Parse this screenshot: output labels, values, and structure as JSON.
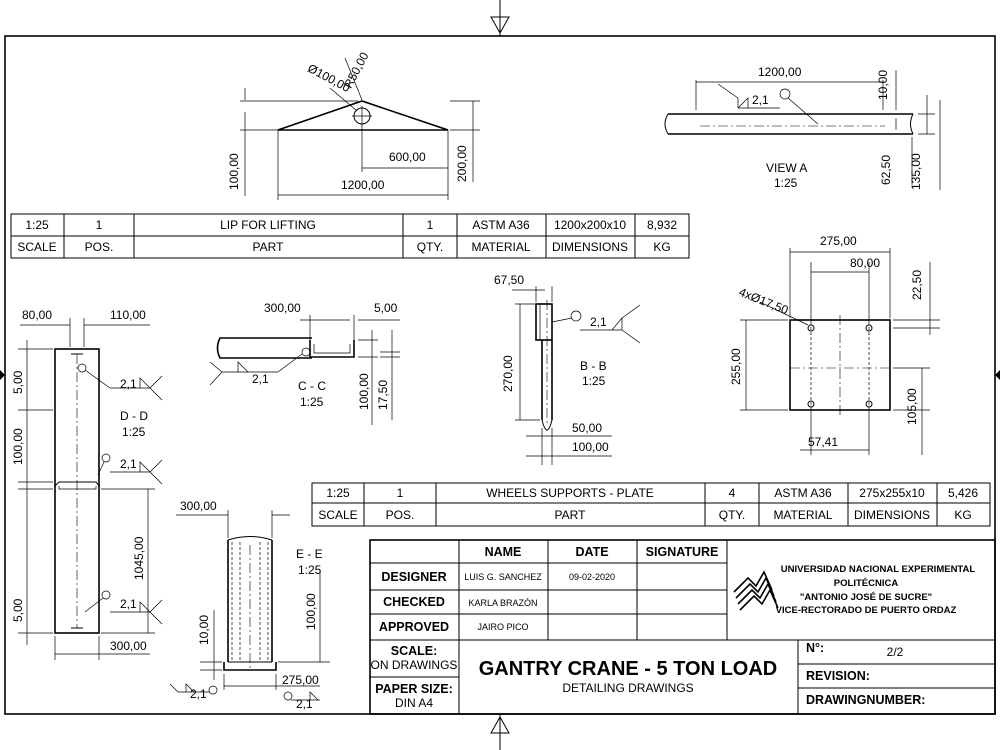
{
  "part_tables": [
    {
      "row": [
        "1:25",
        "1",
        "LIP FOR LIFTING",
        "1",
        "ASTM A36",
        "1200x200x10",
        "8,932"
      ],
      "header": [
        "SCALE",
        "POS.",
        "PART",
        "QTY.",
        "MATERIAL",
        "DIMENSIONS",
        "KG"
      ]
    },
    {
      "row": [
        "1:25",
        "1",
        "WHEELS SUPPORTS - PLATE",
        "4",
        "ASTM A36",
        "275x255x10",
        "5,426"
      ],
      "header": [
        "SCALE",
        "POS.",
        "PART",
        "QTY.",
        "MATERIAL",
        "DIMENSIONS",
        "KG"
      ]
    }
  ],
  "views": {
    "view_a": {
      "name": "VIEW A",
      "scale": "1:25"
    },
    "bb": {
      "name": "B - B",
      "scale": "1:25"
    },
    "cc": {
      "name": "C - C",
      "scale": "1:25"
    },
    "dd": {
      "name": "D - D",
      "scale": "1:25"
    },
    "ee": {
      "name": "E - E",
      "scale": "1:25"
    }
  },
  "dims": {
    "lip_r50": "R50,00",
    "lip_d100": "Ø100,00",
    "lip_100": "100,00",
    "lip_600": "600,00",
    "lip_200": "200,00",
    "lip_1200": "1200,00",
    "va_1200": "1200,00",
    "va_10": "10,00",
    "va_weld": "2,1",
    "va_6250": "62,50",
    "va_135": "135,00",
    "plate_275": "275,00",
    "plate_80": "80,00",
    "plate_2250": "22,50",
    "plate_holes": "4xØ17,50",
    "plate_255": "255,00",
    "plate_5741": "57,41",
    "plate_105": "105,00",
    "bb_6750": "67,50",
    "bb_270": "270,00",
    "bb_weld": "2,1",
    "bb_50": "50,00",
    "bb_100": "100,00",
    "cc_300": "300,00",
    "cc_5": "5,00",
    "cc_weld": "2,1",
    "cc_100": "100,00",
    "cc_1750": "17,50",
    "dd_80": "80,00",
    "dd_110": "110,00",
    "dd_5a": "5,00",
    "dd_100": "100,00",
    "dd_5b": "5,00",
    "dd_1045": "1045,00",
    "dd_300": "300,00",
    "dd_weld1": "2,1",
    "dd_weld2": "2,1",
    "dd_weld3": "2,1",
    "ee_300": "300,00",
    "ee_100": "100,00",
    "ee_10": "10,00",
    "ee_275": "275,00",
    "ee_weld1": "2,1",
    "ee_weld2": "2,1"
  },
  "title_block": {
    "col_name": "NAME",
    "col_date": "DATE",
    "col_signature": "SIGNATURE",
    "designer_label": "DESIGNER",
    "designer_name": "LUIS G. SANCHEZ",
    "designer_date": "09-02-2020",
    "checked_label": "CHECKED",
    "checked_name": "KARLA BRAZÓN",
    "approved_label": "APPROVED",
    "approved_name": "JAIRO PICO",
    "scale_label": "SCALE:",
    "scale_value": "ON DRAWINGS",
    "paper_label": "PAPER SIZE:",
    "paper_value": "DIN A4",
    "title": "GANTRY CRANE - 5 TON LOAD",
    "subtitle": "DETAILING DRAWINGS",
    "uni_line1": "UNIVERSIDAD NACIONAL EXPERIMENTAL",
    "uni_line2": "POLITÉCNICA",
    "uni_line3": "\"ANTONIO JOSÉ DE SUCRE\"",
    "uni_line4": "VICE-RECTORADO DE PUERTO ORDAZ",
    "number_label": "N°:",
    "number_value": "2/2",
    "revision_label": "REVISION:",
    "drawing_number_label": "DRAWINGNUMBER:"
  }
}
